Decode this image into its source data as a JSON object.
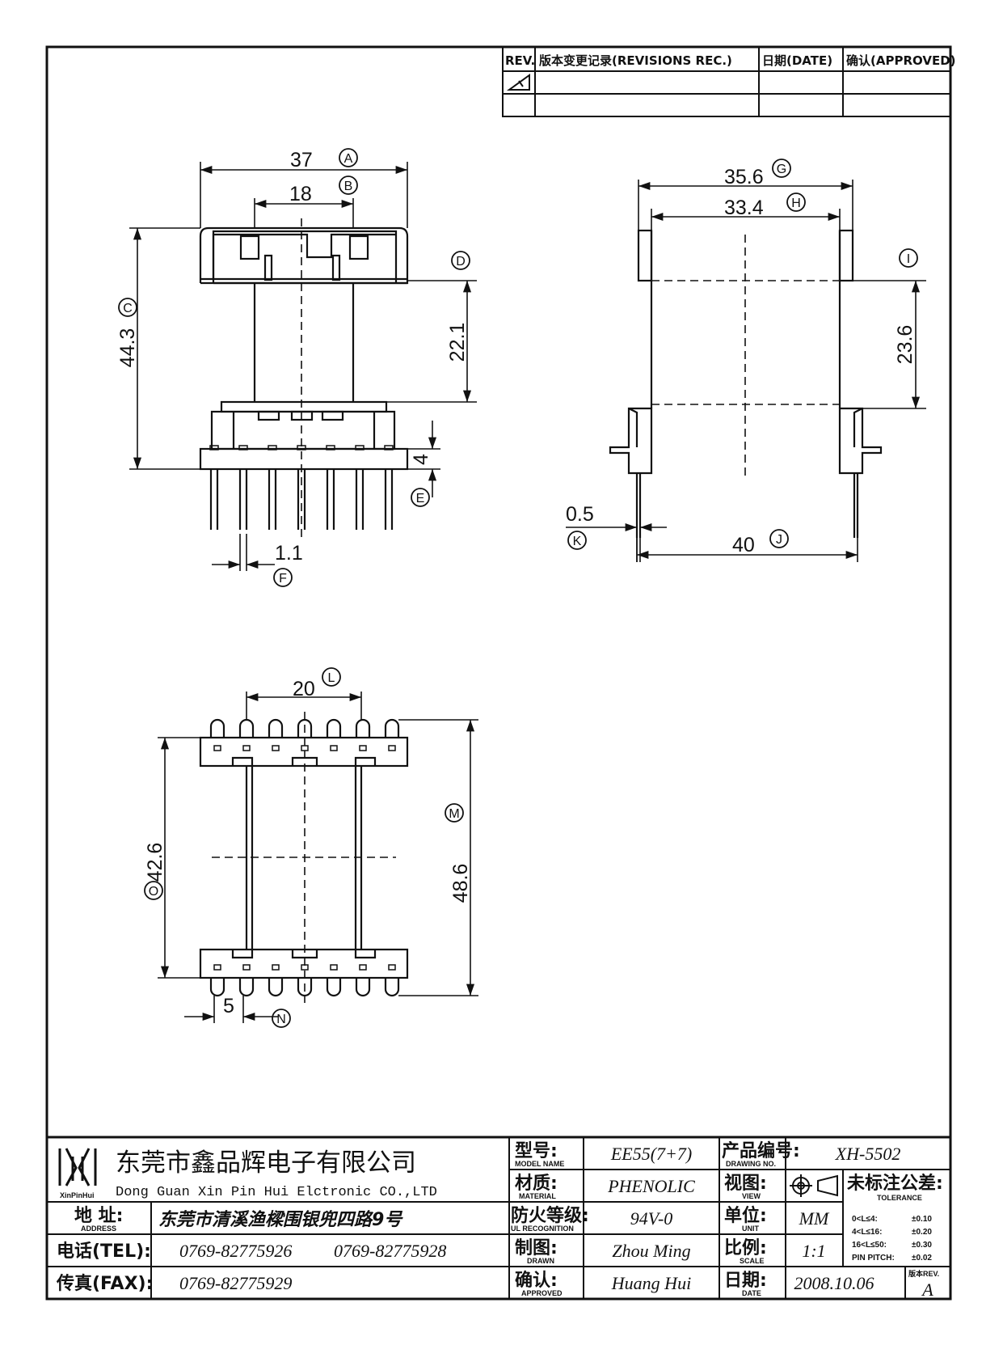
{
  "revisions": {
    "rev_label": "REV.",
    "record_label": "版本变更记录(REVISIONS REC.)",
    "date_label": "日期(DATE)",
    "approved_label": "确认(APPROVED)"
  },
  "front_view": {
    "dims": {
      "A": "37",
      "B": "18",
      "C": "44.3",
      "D": "22.1",
      "E": "4",
      "F": "1.1"
    }
  },
  "side_view": {
    "dims": {
      "G": "35.6",
      "H": "33.4",
      "I": "23.6",
      "J": "40",
      "K": "0.5"
    }
  },
  "bottom_view": {
    "dims": {
      "L": "20",
      "M": "48.6",
      "O": "42.6",
      "N": "5"
    }
  },
  "letters": [
    "A",
    "B",
    "C",
    "D",
    "E",
    "F",
    "G",
    "H",
    "I",
    "J",
    "K",
    "L",
    "M",
    "N",
    "O"
  ],
  "title_block": {
    "company_cn": "东莞市鑫品辉电子有限公司",
    "company_en": "Dong Guan Xin Pin Hui Elctronic CO.,LTD",
    "logo_caption": "XinPinHui",
    "address_label": "地 址:",
    "address_label_en": "ADDRESS",
    "address": "东莞市清溪渔樑围银兜四路9号",
    "tel_label": "电话(TEL):",
    "tel1": "0769-82775926",
    "tel2": "0769-82775928",
    "fax_label": "传真(FAX):",
    "fax": "0769-82775929",
    "model_label": "型号:",
    "model_label_en": "MODEL NAME",
    "model": "EE55(7+7)",
    "material_label": "材质:",
    "material_label_en": "MATERIAL",
    "material": "PHENOLIC",
    "ul_label": "防火等级:",
    "ul_label_en": "UL RECOGNITION",
    "ul": "94V-0",
    "drawn_label": "制图:",
    "drawn_label_en": "DRAWN",
    "drawn": "Zhou Ming",
    "approved_label": "确认:",
    "approved_label_en": "APPROVED",
    "approved": "Huang Hui",
    "drawing_no_label": "产品编号:",
    "drawing_no_label_en": "DRAWING NO.",
    "drawing_no": "XH-5502",
    "view_label": "视图:",
    "view_label_en": "VIEW",
    "unit_label": "单位:",
    "unit_label_en": "UNIT",
    "unit": "MM",
    "scale_label": "比例:",
    "scale_label_en": "SCALE",
    "scale": "1:1",
    "date_label": "日期:",
    "date_label_en": "DATE",
    "date": "2008.10.06",
    "tolerance_label": "未标注公差:",
    "tolerance_label_en": "TOLERANCE",
    "tolerances": [
      {
        "range": "0<L≤4:",
        "value": "±0.10"
      },
      {
        "range": "4<L≤16:",
        "value": "±0.20"
      },
      {
        "range": "16<L≤50:",
        "value": "±0.30"
      },
      {
        "range": "PIN PITCH:",
        "value": "±0.02"
      }
    ],
    "rev_label": "版本REV.",
    "rev": "A"
  }
}
